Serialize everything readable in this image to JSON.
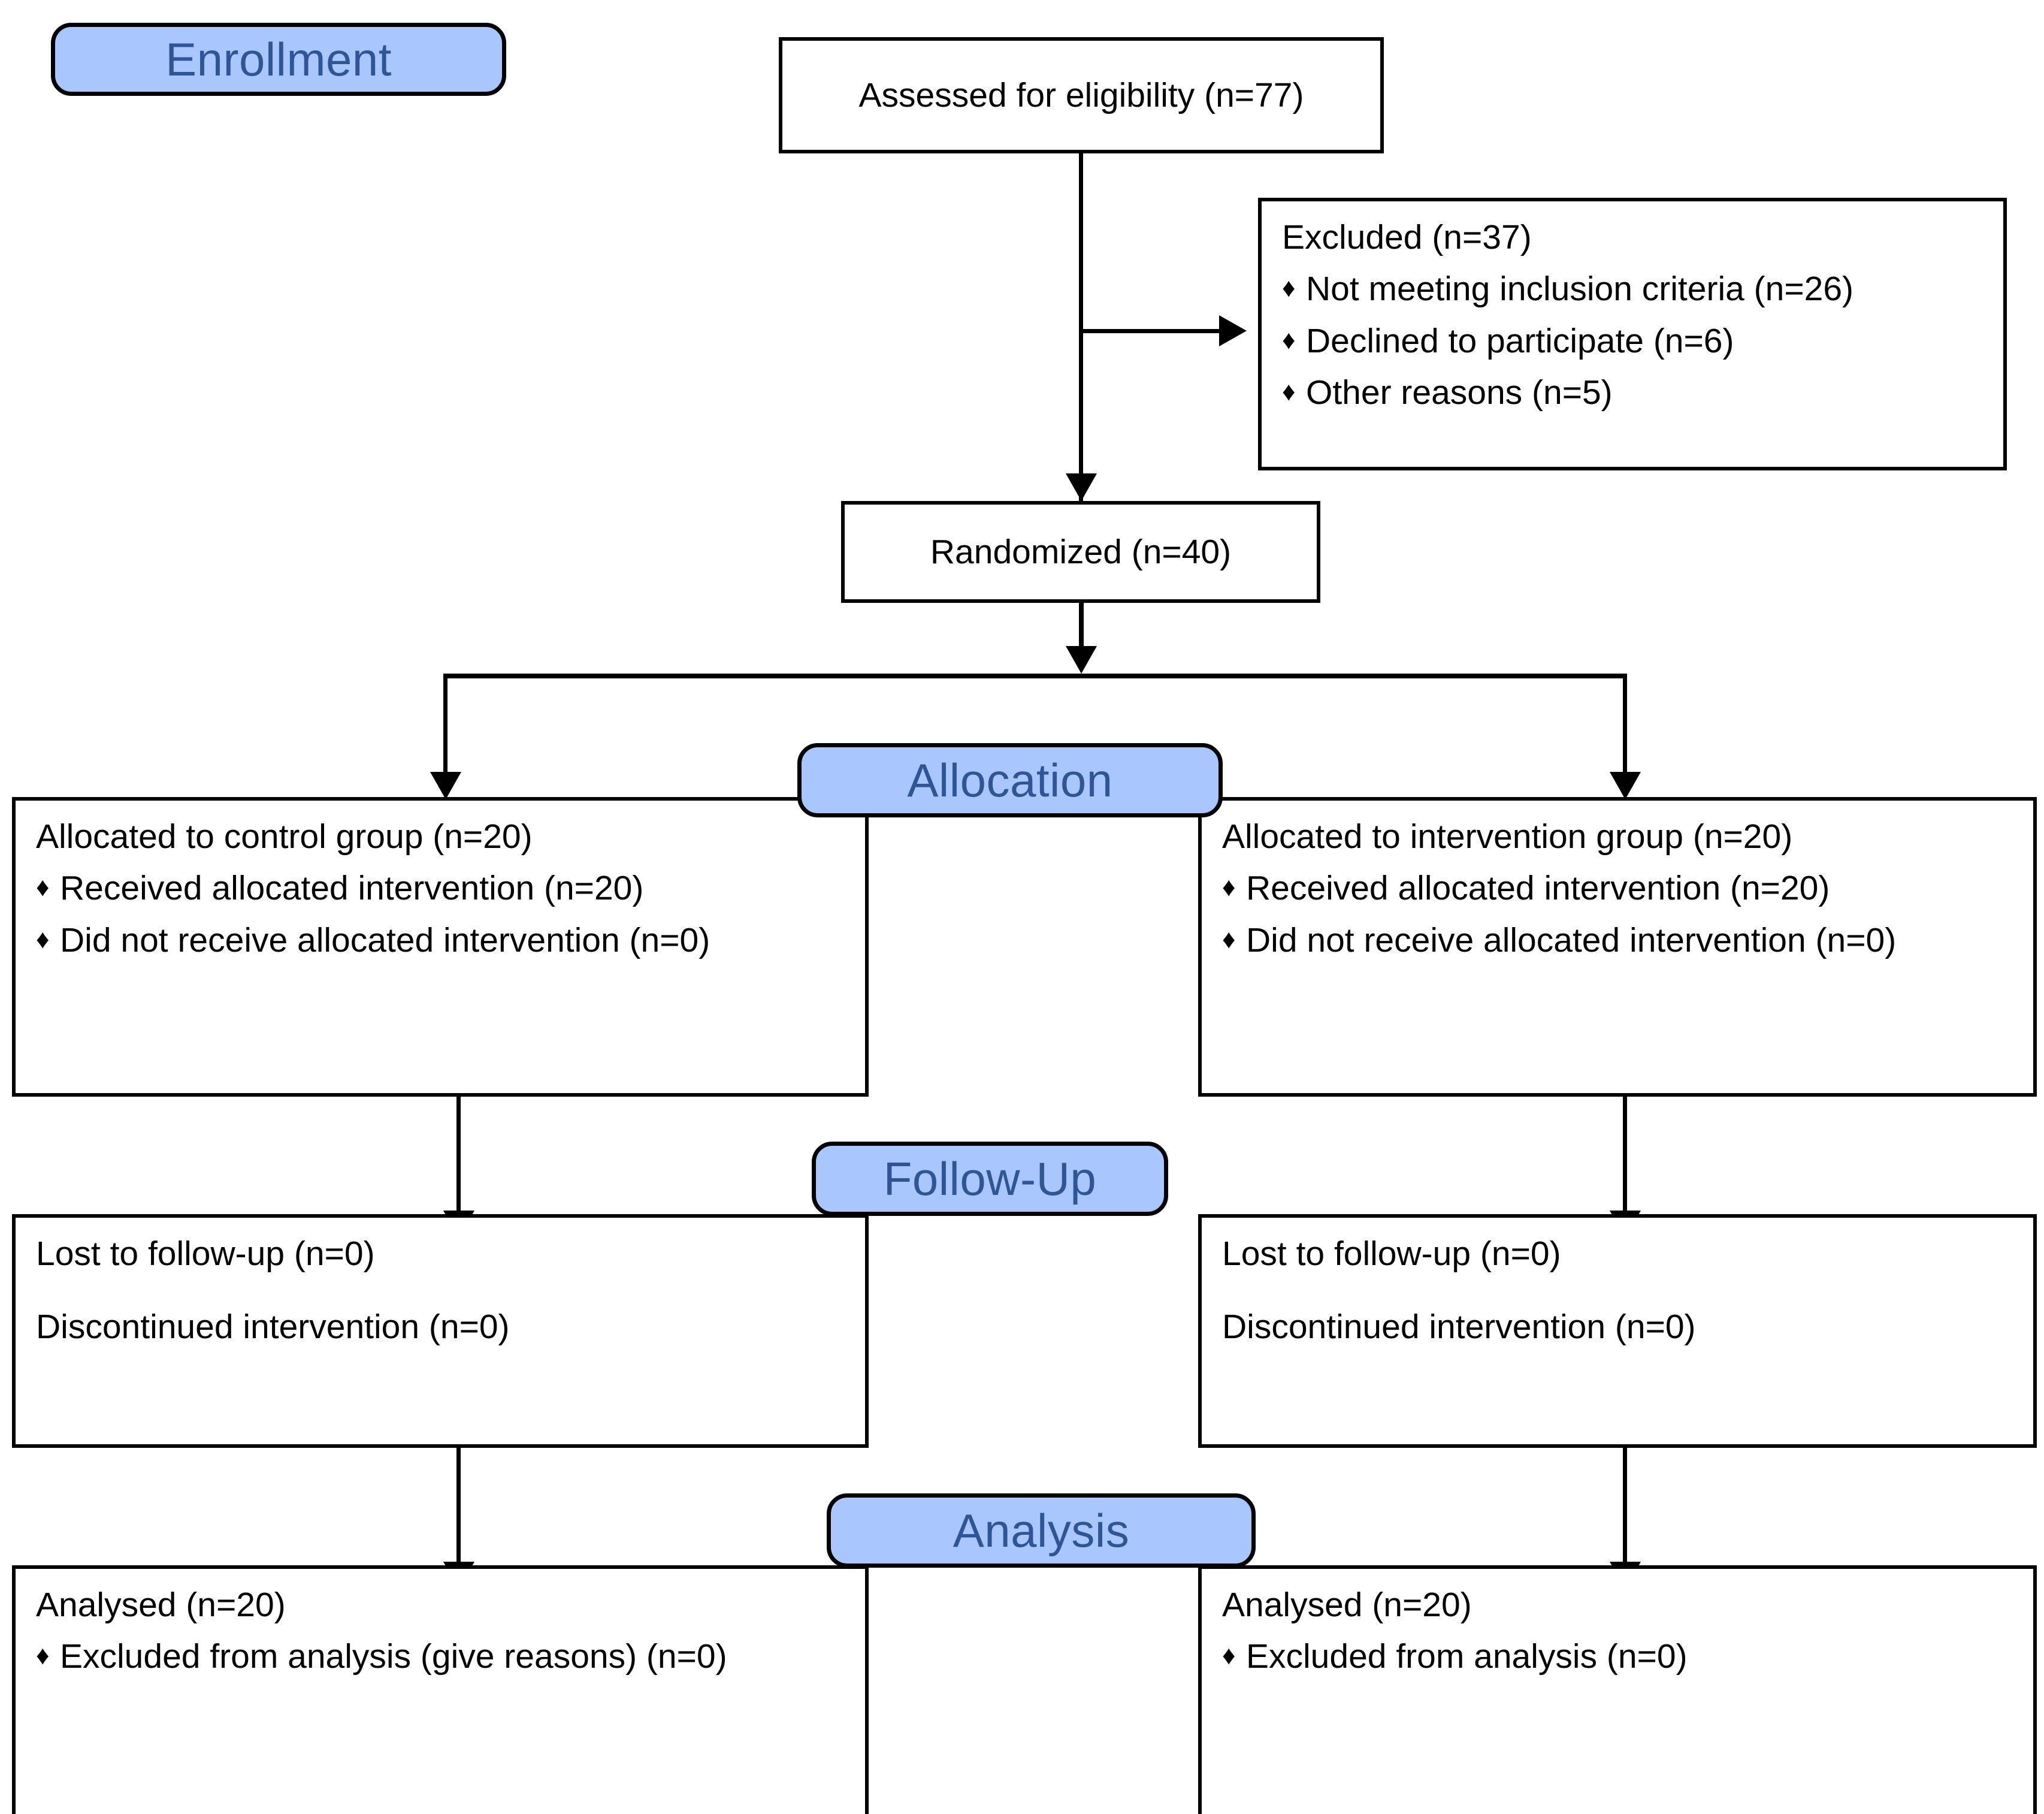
{
  "diagram": {
    "title": "CONSORT participant flow diagram",
    "colors": {
      "badge_fill": "#a9c6fd",
      "badge_text": "#2e5596",
      "box_fill": "#ffffff",
      "line": "#000000"
    },
    "bullet_glyph": "♦"
  },
  "stages": {
    "enrollment": "Enrollment",
    "allocation": "Allocation",
    "followup": "Follow-Up",
    "analysis": "Analysis"
  },
  "enrollment": {
    "assessed": "Assessed for eligibility (n=77)",
    "excluded": {
      "heading": "Excluded  (n=37)",
      "reasons": [
        "Not meeting inclusion criteria (n=26)",
        "Declined to participate (n=6)",
        "Other reasons (n=5)"
      ]
    },
    "randomized": "Randomized (n=40)"
  },
  "allocation": {
    "left": {
      "heading": "Allocated to control group (n=20)",
      "items": [
        "Received allocated intervention (n=20)",
        "Did not receive allocated intervention  (n=0)"
      ]
    },
    "right": {
      "heading": "Allocated to intervention group (n=20)",
      "items": [
        "Received allocated intervention (n=20)",
        "Did not receive allocated intervention  (n=0)"
      ]
    }
  },
  "followup": {
    "left": {
      "lost": "Lost to follow-up (n=0)",
      "discontinued": "Discontinued intervention (n=0)"
    },
    "right": {
      "lost": "Lost to follow-up (n=0)",
      "discontinued": "Discontinued intervention (n=0)"
    }
  },
  "analysis": {
    "left": {
      "heading": "Analysed  (n=20)",
      "items": [
        "Excluded from analysis (give reasons) (n=0)"
      ]
    },
    "right": {
      "heading": "Analysed  (n=20)",
      "items": [
        "Excluded from analysis (n=0)"
      ]
    }
  },
  "chart_data": {
    "type": "diagram",
    "title": "CONSORT flow diagram",
    "nodes": [
      {
        "id": "assessed",
        "stage": "Enrollment",
        "label": "Assessed for eligibility (n=77)",
        "n": 77
      },
      {
        "id": "excluded",
        "stage": "Enrollment",
        "label": "Excluded  (n=37)",
        "n": 37,
        "breakdown": [
          {
            "label": "Not meeting inclusion criteria (n=26)",
            "n": 26
          },
          {
            "label": "Declined to participate (n=6)",
            "n": 6
          },
          {
            "label": "Other reasons (n=5)",
            "n": 5
          }
        ]
      },
      {
        "id": "randomized",
        "stage": "Enrollment",
        "label": "Randomized (n=40)",
        "n": 40
      },
      {
        "id": "alloc_control",
        "stage": "Allocation",
        "label": "Allocated to control group (n=20)",
        "n": 20
      },
      {
        "id": "alloc_interv",
        "stage": "Allocation",
        "label": "Allocated to intervention group (n=20)",
        "n": 20
      },
      {
        "id": "follow_control",
        "stage": "Follow-Up",
        "label": "Lost to follow-up (n=0)",
        "n": 0
      },
      {
        "id": "follow_interv",
        "stage": "Follow-Up",
        "label": "Lost to follow-up (n=0)",
        "n": 0
      },
      {
        "id": "analysis_control",
        "stage": "Analysis",
        "label": "Analysed  (n=20)",
        "n": 20
      },
      {
        "id": "analysis_interv",
        "stage": "Analysis",
        "label": "Analysed  (n=20)",
        "n": 20
      }
    ],
    "edges": [
      {
        "from": "assessed",
        "to": "excluded",
        "kind": "elbow-right"
      },
      {
        "from": "assessed",
        "to": "randomized",
        "kind": "down"
      },
      {
        "from": "randomized",
        "to": "alloc_control",
        "kind": "split-left"
      },
      {
        "from": "randomized",
        "to": "alloc_interv",
        "kind": "split-right"
      },
      {
        "from": "alloc_control",
        "to": "follow_control",
        "kind": "down"
      },
      {
        "from": "alloc_interv",
        "to": "follow_interv",
        "kind": "down"
      },
      {
        "from": "follow_control",
        "to": "analysis_control",
        "kind": "down"
      },
      {
        "from": "follow_interv",
        "to": "analysis_interv",
        "kind": "down"
      }
    ]
  }
}
